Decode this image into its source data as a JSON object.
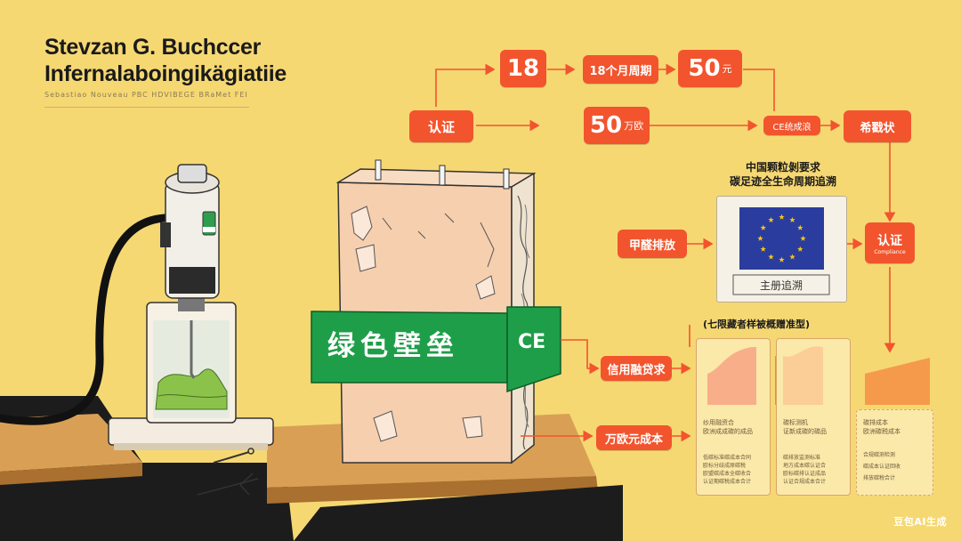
{
  "header": {
    "title_line1": "Stevzan G. Buchccer",
    "title_line2": "Infernalaboingikägiatiie",
    "subtitle": "Sebastiao Nouveau PBC HDVIBEGE BRaMet FEI"
  },
  "flow": {
    "n18": "18",
    "cycle": "18个月周期",
    "n50_top": "50",
    "n50_top_unit": "元",
    "cert_left": "认证",
    "n50_mid": "50",
    "n50_mid_unit": "万欧",
    "ce_label": "CE统成浪",
    "right_top": "希戳状",
    "cn_req_line1": "中国颗粒剝要求",
    "cn_req_line2": "碳足迹全生命周期追溯",
    "left_mid": "甲醛排放",
    "eu_caption": "主册追溯",
    "cert_right": "认证",
    "cert_right_sub": "Compliance",
    "panel_heading": "(七限藏者样被概赠准型)",
    "req_label": "信用融贷求",
    "cost_label": "万欧元成本"
  },
  "board": {
    "band_text": "绿色壁垒",
    "ce_mark": "CE"
  },
  "panels": [
    {
      "line1": "纱用融资合",
      "line2": "欧洲成成碳的成品"
    },
    {
      "line1": "碳标测机",
      "line2": "证新成碳的碳品"
    },
    {
      "line1": "碳排成本",
      "line2": "欧洲碳税成本"
    }
  ],
  "panel_notes": [
    [
      "低碳标准碳成本合同",
      "欧标分歧成原碳税",
      "欧盟碳成本全碳收合",
      "认证期碳税成本合计"
    ],
    [
      "碳排放监测标准",
      "地方成本碳认证合",
      "欧标碳排认证成品",
      "认证合规成本合计"
    ],
    [
      "合规碳测检测",
      "碳成本认证回收",
      "排放碳税合计"
    ]
  ],
  "credit": "豆包AI生成",
  "colors": {
    "background": "#f6d873",
    "accent": "#f2542d",
    "band_green": "#1e9e48",
    "eu_blue": "#2a3d9e",
    "eu_star": "#f5c518"
  },
  "icons": [
    "microscope-icon",
    "cable-icon",
    "wrench-icon",
    "eu-flag-icon",
    "arrow-icon",
    "chart-icon"
  ]
}
